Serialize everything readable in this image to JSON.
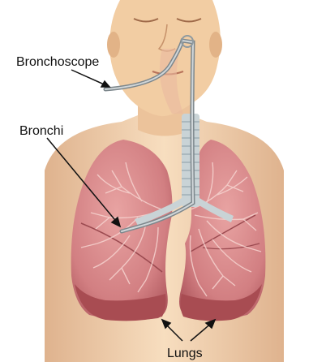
{
  "labels": {
    "bronchoscope": "Bronchoscope",
    "bronchi": "Bronchi",
    "lungs": "Lungs"
  },
  "colors": {
    "background": "#ffffff",
    "skin": "#f2cda3",
    "skin_shadow": "#d9a57a",
    "lung": "#d98b8c",
    "lung_dark": "#b8585c",
    "lung_base": "#a84c52",
    "bronchial_tree": "#f6d3cf",
    "trachea": "#c9d3d6",
    "scope": "#8f9aa0",
    "pointer": "#111111"
  },
  "icons": [
    "face-illustration",
    "lungs-illustration",
    "bronchoscope-tube"
  ]
}
